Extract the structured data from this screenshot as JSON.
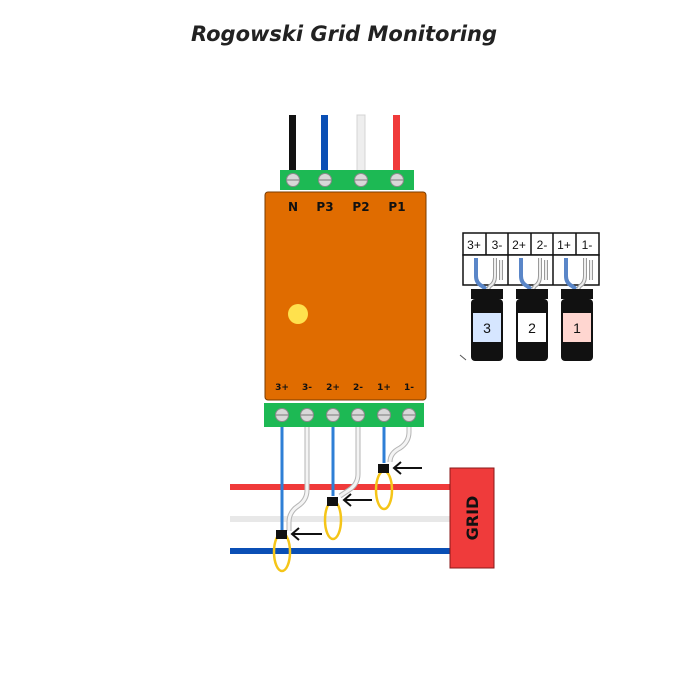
{
  "title": "Rogowski Grid Monitoring",
  "colors": {
    "module_body": "#e06c00",
    "terminal_block": "#1db954",
    "status_led": "#ffe14d",
    "wire_neutral": "#111111",
    "wire_p3": "#0a4fb5",
    "wire_p2": "#f2f2f2",
    "wire_p1": "#f03a3a",
    "sensor_blue_wire": "#2f7fd6",
    "sensor_white_wire": "#e6e6e6",
    "rogowski_loop": "#f5c518",
    "grid_box": "#ef3b3b",
    "sensor_label_3": "#d6e6ff",
    "sensor_label_2": "#ffffff",
    "sensor_label_1": "#ffd6d0"
  },
  "module": {
    "top_terminals": [
      "N",
      "P3",
      "P2",
      "P1"
    ],
    "bottom_terminals": [
      "3+",
      "3-",
      "2+",
      "2-",
      "1+",
      "1-"
    ]
  },
  "connector": {
    "labels": [
      "3+",
      "3-",
      "2+",
      "2-",
      "1+",
      "1-"
    ],
    "sensors": [
      "3",
      "2",
      "1"
    ]
  },
  "grid": {
    "label": "GRID"
  }
}
